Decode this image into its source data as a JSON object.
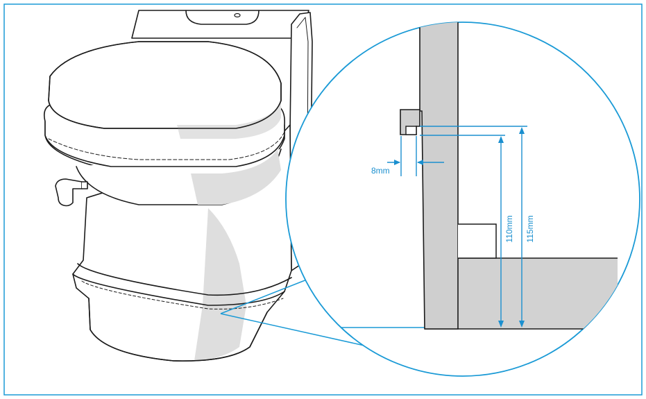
{
  "diagram": {
    "labels": {
      "gap": "8mm",
      "height_inner": "110mm",
      "height_outer": "115mm"
    },
    "colors": {
      "frame": "#1a9ad6",
      "dimension": "#1a8fcf",
      "outline": "#1a1a1a",
      "shade": "#dcdcdc",
      "wall": "#cfcfcf"
    },
    "icons": [
      "toilet-illustration",
      "magnifier-circle",
      "arrow-icon"
    ]
  }
}
